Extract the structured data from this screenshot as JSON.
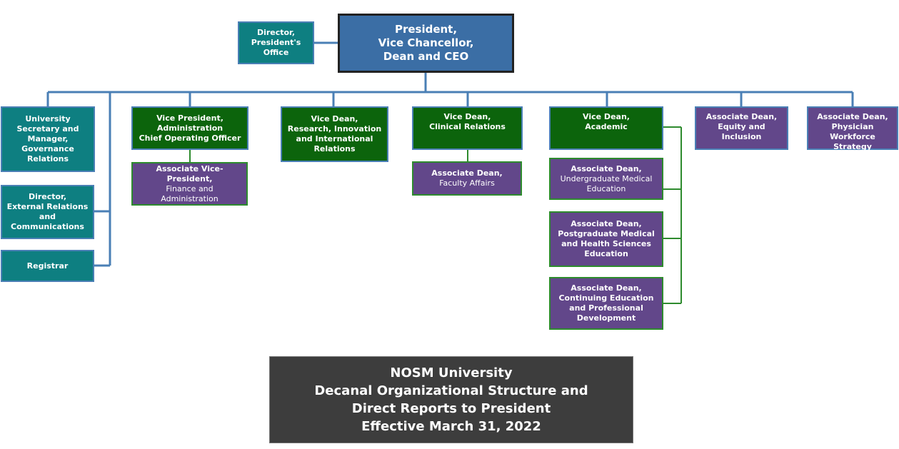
{
  "president": "President,\nVice Chancellor,\nDean and CEO",
  "director_presidents_office": "Director,\nPresident's\nOffice",
  "university_secretary": "University\nSecretary and\nManager,\nGovernance\nRelations",
  "director_external_relations": "Director,\nExternal Relations\nand\nCommunications",
  "registrar": "Registrar",
  "vp_administration": "Vice President,\nAdministration\nChief Operating Officer",
  "avp_finance": {
    "line1": "Associate Vice-President,",
    "line2": "Finance and\nAdministration"
  },
  "vd_research": "Vice Dean,\nResearch, Innovation\nand International\nRelations",
  "vd_clinical": "Vice Dean,\nClinical Relations",
  "ad_faculty_affairs": {
    "line1": "Associate Dean,",
    "line2": "Faculty Affairs"
  },
  "vd_academic": "Vice Dean,\nAcademic",
  "ad_undergraduate": {
    "line1": "Associate Dean,",
    "line2": "Undergraduate Medical\nEducation"
  },
  "ad_postgraduate": "Associate Dean,\nPostgraduate Medical\nand Health Sciences\nEducation",
  "ad_continuing": "Associate Dean,\nContinuing Education\nand Professional\nDevelopment",
  "ad_equity": "Associate Dean,\nEquity and Inclusion",
  "ad_physician": "Associate Dean,\nPhysician\nWorkforce Strategy",
  "footer": "NOSM University\nDecanal Organizational Structure  and\nDirect Reports to President\nEffective March 31, 2022",
  "colors": {
    "president": "#3b6ea5",
    "teal": "#0e7f81",
    "green": "#0c640c",
    "purple": "#62478a",
    "connector_blue": "#4a7fb5",
    "connector_green": "#2e8b2e",
    "footer": "#3d3d3d"
  }
}
